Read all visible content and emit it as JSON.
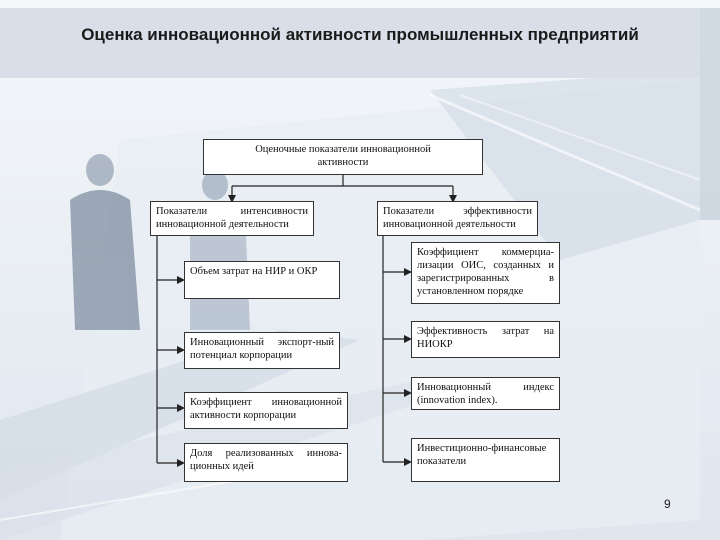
{
  "slide": {
    "title": "Оценка инновационной активности промышленных предприятий",
    "page_number": "9"
  },
  "diagram": {
    "root": "Оценочные показатели инновационной активности",
    "left_branch": {
      "label": "Показатели интенсивности инновационной деятельности",
      "items": [
        "Объем затрат на НИР и ОКР",
        "Инновационный экспорт-ный потенциал корпорации",
        "Коэффициент инновационной активности корпорации",
        "Доля реализованных иннова-ционных идей"
      ]
    },
    "right_branch": {
      "label": "Показатели эффективности инновационной деятельности",
      "items": [
        "Коэффициент коммерциа-лизации ОИС, созданных и зарегистрированных в установленном порядке",
        "Эффективность затрат на НИОКР",
        "Инновационный индекс (innovation index).",
        "Инвестиционно-финансовые показатели"
      ]
    }
  },
  "colors": {
    "header_band": "#d9dfe8",
    "connector": "#222222",
    "box_border": "#333333"
  }
}
